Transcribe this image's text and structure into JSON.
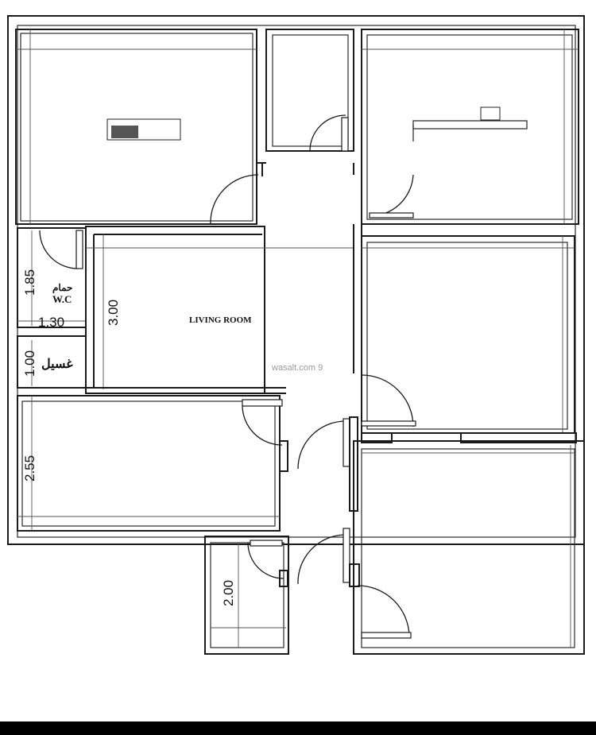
{
  "plan": {
    "rooms": {
      "living_room": "LIVING ROOM",
      "wc": "W.C",
      "bathroom_ar": "حمام",
      "wash_ar": "غسيل"
    },
    "dimensions": {
      "d_185": "1.85",
      "d_130": "1.30",
      "d_300": "3.00",
      "d_100": "1.00",
      "d_255": "2.55",
      "d_200": "2.00"
    },
    "watermark": "wasalt.com 9"
  },
  "colors": {
    "wall": "#1a1a1a",
    "background": "#ffffff",
    "bottom_bar": "#000000"
  }
}
